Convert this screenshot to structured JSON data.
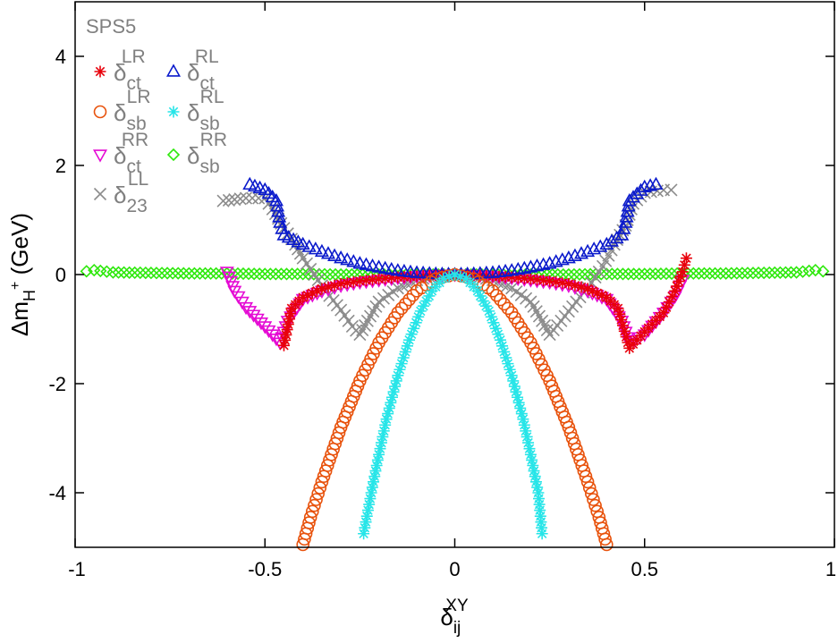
{
  "chart_data": {
    "type": "scatter",
    "title": "",
    "xlabel": {
      "base": "δ",
      "sub": "ij",
      "sup": "XY"
    },
    "ylabel": {
      "pre": "Δm",
      "sub": "H",
      "supsub": "+",
      "post": " (GeV)"
    },
    "xlim": [
      -1,
      1
    ],
    "ylim": [
      -5,
      5
    ],
    "xticks": [
      {
        "value": -1,
        "label": "-1"
      },
      {
        "value": -0.5,
        "label": "-0.5"
      },
      {
        "value": 0,
        "label": "0"
      },
      {
        "value": 0.5,
        "label": "0.5"
      },
      {
        "value": 1,
        "label": "1"
      }
    ],
    "yticks": [
      {
        "value": -4,
        "label": "-4"
      },
      {
        "value": -2,
        "label": "-2"
      },
      {
        "value": 0,
        "label": "0"
      },
      {
        "value": 2,
        "label": "2"
      },
      {
        "value": 4,
        "label": "4"
      }
    ],
    "grid": false,
    "legend_title": "SPS5",
    "legend_position": "top-left",
    "series": [
      {
        "key": "ct_LR",
        "name": {
          "base": "δ",
          "sub": "ct",
          "sup": "LR"
        },
        "marker": "star",
        "color": "#e8000b",
        "points": [
          [
            -0.45,
            -1.3
          ],
          [
            -0.43,
            -0.62
          ],
          [
            -0.4,
            -0.42
          ],
          [
            -0.35,
            -0.26
          ],
          [
            -0.3,
            -0.17
          ],
          [
            -0.25,
            -0.12
          ],
          [
            -0.2,
            -0.08
          ],
          [
            -0.15,
            -0.05
          ],
          [
            -0.1,
            -0.03
          ],
          [
            -0.05,
            -0.01
          ],
          [
            0,
            0
          ],
          [
            0.05,
            -0.01
          ],
          [
            0.1,
            -0.03
          ],
          [
            0.15,
            -0.05
          ],
          [
            0.2,
            -0.08
          ],
          [
            0.25,
            -0.12
          ],
          [
            0.3,
            -0.17
          ],
          [
            0.35,
            -0.26
          ],
          [
            0.4,
            -0.42
          ],
          [
            0.43,
            -0.62
          ],
          [
            0.46,
            -1.35
          ],
          [
            0.5,
            -1.05
          ],
          [
            0.55,
            -0.7
          ],
          [
            0.58,
            -0.3
          ],
          [
            0.6,
            0.05
          ],
          [
            0.61,
            0.3
          ]
        ]
      },
      {
        "key": "ct_RL",
        "name": {
          "base": "δ",
          "sub": "ct",
          "sup": "RL"
        },
        "marker": "triangle-up",
        "color": "#0a1acc",
        "points": [
          [
            -0.54,
            1.65
          ],
          [
            -0.5,
            1.55
          ],
          [
            -0.47,
            1.35
          ],
          [
            -0.46,
            0.95
          ],
          [
            -0.45,
            0.72
          ],
          [
            -0.4,
            0.55
          ],
          [
            -0.35,
            0.42
          ],
          [
            -0.3,
            0.3
          ],
          [
            -0.25,
            0.2
          ],
          [
            -0.2,
            0.13
          ],
          [
            -0.15,
            0.07
          ],
          [
            -0.1,
            0.03
          ],
          [
            -0.05,
            0.01
          ],
          [
            0,
            0
          ],
          [
            0.05,
            0.01
          ],
          [
            0.1,
            0.03
          ],
          [
            0.15,
            0.07
          ],
          [
            0.2,
            0.13
          ],
          [
            0.25,
            0.2
          ],
          [
            0.3,
            0.3
          ],
          [
            0.35,
            0.42
          ],
          [
            0.4,
            0.55
          ],
          [
            0.44,
            0.72
          ],
          [
            0.45,
            0.95
          ],
          [
            0.46,
            1.35
          ],
          [
            0.5,
            1.6
          ],
          [
            0.53,
            1.65
          ]
        ]
      },
      {
        "key": "sb_LR",
        "name": {
          "base": "δ",
          "sub": "sb",
          "sup": "LR"
        },
        "marker": "circle",
        "color": "#e8520c",
        "points": [
          [
            -0.4,
            -4.95
          ],
          [
            -0.38,
            -4.45
          ],
          [
            -0.35,
            -3.8
          ],
          [
            -0.3,
            -2.8
          ],
          [
            -0.25,
            -1.95
          ],
          [
            -0.2,
            -1.25
          ],
          [
            -0.15,
            -0.7
          ],
          [
            -0.1,
            -0.3
          ],
          [
            -0.05,
            -0.08
          ],
          [
            0,
            0
          ],
          [
            0.05,
            -0.08
          ],
          [
            0.1,
            -0.3
          ],
          [
            0.15,
            -0.7
          ],
          [
            0.2,
            -1.25
          ],
          [
            0.25,
            -1.95
          ],
          [
            0.3,
            -2.8
          ],
          [
            0.35,
            -3.8
          ],
          [
            0.38,
            -4.45
          ],
          [
            0.4,
            -4.95
          ]
        ]
      },
      {
        "key": "sb_RL",
        "name": {
          "base": "δ",
          "sub": "sb",
          "sup": "RL"
        },
        "marker": "star",
        "color": "#27e5e8",
        "points": [
          [
            -0.24,
            -4.75
          ],
          [
            -0.22,
            -4.0
          ],
          [
            -0.2,
            -3.3
          ],
          [
            -0.18,
            -2.65
          ],
          [
            -0.15,
            -1.85
          ],
          [
            -0.12,
            -1.2
          ],
          [
            -0.09,
            -0.67
          ],
          [
            -0.06,
            -0.3
          ],
          [
            -0.03,
            -0.07
          ],
          [
            0,
            0
          ],
          [
            0.03,
            -0.07
          ],
          [
            0.06,
            -0.3
          ],
          [
            0.09,
            -0.67
          ],
          [
            0.12,
            -1.2
          ],
          [
            0.15,
            -1.85
          ],
          [
            0.18,
            -2.65
          ],
          [
            0.2,
            -3.3
          ],
          [
            0.22,
            -4.0
          ],
          [
            0.23,
            -4.75
          ]
        ]
      },
      {
        "key": "ct_RR",
        "name": {
          "base": "δ",
          "sub": "ct",
          "sup": "RR"
        },
        "marker": "triangle-down",
        "color": "#e50ad4",
        "points": [
          [
            -0.6,
            0.05
          ],
          [
            -0.58,
            -0.3
          ],
          [
            -0.55,
            -0.6
          ],
          [
            -0.5,
            -0.95
          ],
          [
            -0.46,
            -1.25
          ],
          [
            -0.44,
            -0.85
          ],
          [
            -0.4,
            -0.45
          ],
          [
            -0.35,
            -0.3
          ],
          [
            -0.3,
            -0.2
          ],
          [
            -0.25,
            -0.14
          ],
          [
            -0.2,
            -0.1
          ],
          [
            -0.15,
            -0.06
          ],
          [
            -0.1,
            -0.03
          ],
          [
            -0.05,
            -0.01
          ],
          [
            0,
            0
          ],
          [
            0.05,
            -0.01
          ],
          [
            0.1,
            -0.03
          ],
          [
            0.15,
            -0.06
          ],
          [
            0.2,
            -0.1
          ],
          [
            0.25,
            -0.14
          ],
          [
            0.3,
            -0.2
          ],
          [
            0.35,
            -0.3
          ],
          [
            0.4,
            -0.45
          ],
          [
            0.44,
            -0.85
          ],
          [
            0.46,
            -1.25
          ],
          [
            0.5,
            -1.1
          ],
          [
            0.55,
            -0.7
          ],
          [
            0.58,
            -0.4
          ],
          [
            0.6,
            -0.1
          ]
        ]
      },
      {
        "key": "sb_RR",
        "name": {
          "base": "δ",
          "sub": "sb",
          "sup": "RR"
        },
        "marker": "diamond",
        "color": "#2ee80c",
        "points": [
          [
            -0.97,
            0.06
          ],
          [
            -0.95,
            0.08
          ],
          [
            -0.9,
            0.04
          ],
          [
            -0.8,
            0.03
          ],
          [
            -0.7,
            0.02
          ],
          [
            -0.6,
            0.02
          ],
          [
            -0.5,
            0.01
          ],
          [
            -0.4,
            0.01
          ],
          [
            -0.3,
            0.0
          ],
          [
            -0.2,
            0.0
          ],
          [
            -0.1,
            0.0
          ],
          [
            0,
            0
          ],
          [
            0.1,
            0.0
          ],
          [
            0.2,
            0.0
          ],
          [
            0.3,
            0.0
          ],
          [
            0.4,
            0.01
          ],
          [
            0.5,
            0.01
          ],
          [
            0.6,
            0.02
          ],
          [
            0.7,
            0.02
          ],
          [
            0.8,
            0.03
          ],
          [
            0.9,
            0.04
          ],
          [
            0.95,
            0.08
          ],
          [
            0.97,
            0.06
          ]
        ]
      },
      {
        "key": "23_LL",
        "name": {
          "base": "δ",
          "sub": "23",
          "sup": "LL"
        },
        "marker": "cross",
        "color": "#8c8c8c",
        "points": [
          [
            -0.61,
            1.35
          ],
          [
            -0.55,
            1.4
          ],
          [
            -0.5,
            1.4
          ],
          [
            -0.48,
            1.2
          ],
          [
            -0.45,
            0.85
          ],
          [
            -0.42,
            0.55
          ],
          [
            -0.4,
            0.3
          ],
          [
            -0.37,
            0.0
          ],
          [
            -0.34,
            -0.3
          ],
          [
            -0.3,
            -0.65
          ],
          [
            -0.27,
            -0.95
          ],
          [
            -0.25,
            -1.1
          ],
          [
            -0.23,
            -0.85
          ],
          [
            -0.2,
            -0.5
          ],
          [
            -0.15,
            -0.25
          ],
          [
            -0.1,
            -0.1
          ],
          [
            -0.05,
            -0.02
          ],
          [
            0,
            0
          ],
          [
            0.05,
            -0.02
          ],
          [
            0.1,
            -0.1
          ],
          [
            0.15,
            -0.25
          ],
          [
            0.2,
            -0.5
          ],
          [
            0.23,
            -0.85
          ],
          [
            0.25,
            -1.1
          ],
          [
            0.28,
            -0.85
          ],
          [
            0.32,
            -0.5
          ],
          [
            0.36,
            -0.15
          ],
          [
            0.39,
            0.15
          ],
          [
            0.42,
            0.55
          ],
          [
            0.45,
            0.9
          ],
          [
            0.47,
            1.3
          ],
          [
            0.5,
            1.5
          ],
          [
            0.55,
            1.55
          ],
          [
            0.57,
            1.55
          ]
        ]
      }
    ]
  }
}
